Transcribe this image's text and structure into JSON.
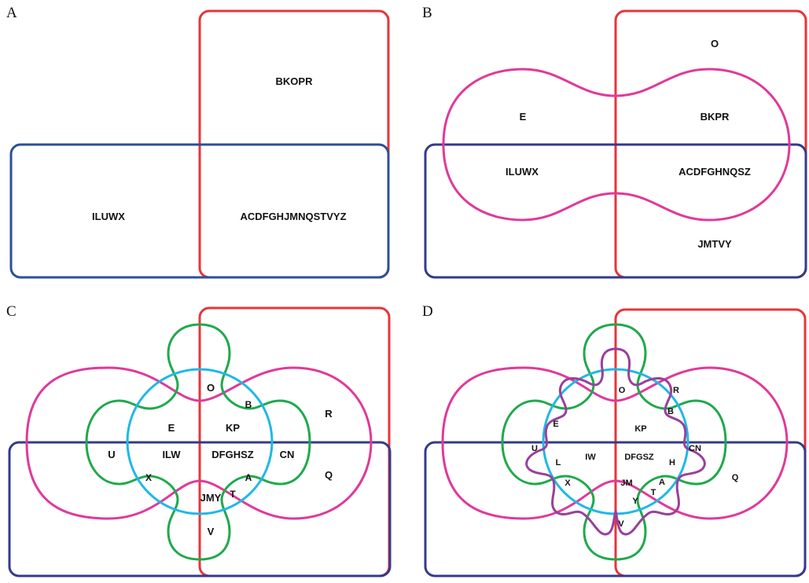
{
  "colors": {
    "red": "#e8343a",
    "blue": "#2d4f9a",
    "navy": "#343a8c",
    "magenta": "#e0399a",
    "green": "#1fa94d",
    "cyan": "#1fb8e6",
    "purple": "#9a3f9c"
  },
  "panels": {
    "A": {
      "letter": "A",
      "regions": {
        "red_only": "BKOPR",
        "blue_only": "ILUWX",
        "red_blue": "ACDFGHJMNQSTVYZ"
      }
    },
    "B": {
      "letter": "B",
      "regions": {
        "red_only": "O",
        "mag_only": "E",
        "mag_red": "BKPR",
        "mag_blue": "ILUWX",
        "mag_red_blue": "ACDFGHNQSZ",
        "red_blue": "JMTVY"
      }
    },
    "C": {
      "letter": "C",
      "regions": {
        "O": "O",
        "B": "B",
        "E": "E",
        "KP": "KP",
        "R": "R",
        "U": "U",
        "ILW": "ILW",
        "DFGHSZ": "DFGHSZ",
        "CN": "CN",
        "Q": "Q",
        "X": "X",
        "A": "A",
        "T": "T",
        "JMY": "JMY",
        "V": "V"
      }
    },
    "D": {
      "letter": "D",
      "regions": {
        "O": "O",
        "R": "R",
        "B": "B",
        "E": "E",
        "KP": "KP",
        "U": "U",
        "IW": "IW",
        "DFGSZ": "DFGSZ",
        "CN": "CN",
        "L": "L",
        "H": "H",
        "Q": "Q",
        "X": "X",
        "JM": "JM",
        "A": "A",
        "T": "T",
        "Y": "Y",
        "V": "V"
      }
    }
  }
}
